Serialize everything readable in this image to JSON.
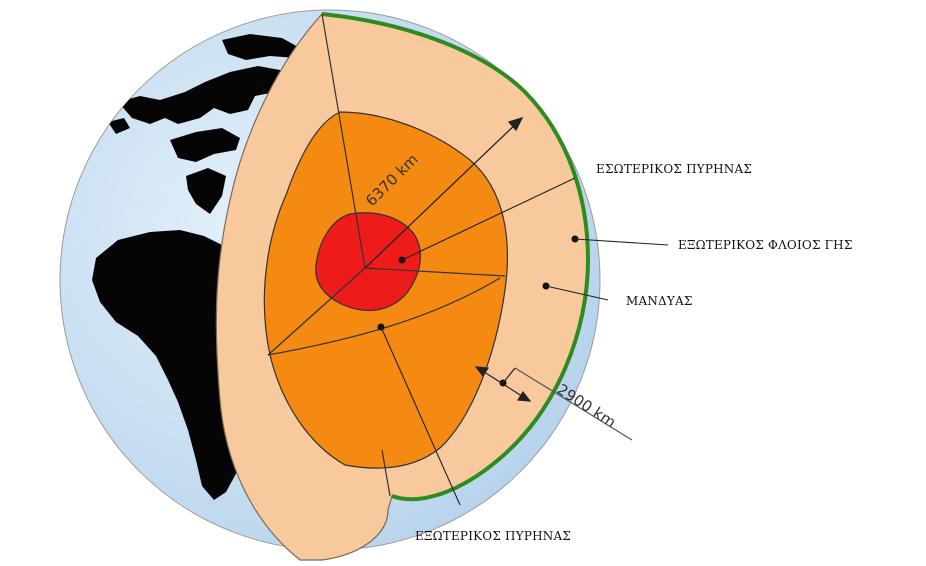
{
  "labels": {
    "inner_core": "ΕΣΩΤΕΡΙΚΟΣ ΠΥΡΗΝΑΣ",
    "crust": "ΕΞΩΤΕΡΙΚΟΣ ΦΛΟΙΟΣ ΓΗΣ",
    "mantle": "ΜΑΝΔΥΑΣ",
    "outer_core": "ΕΞΩΤΕΡΙΚΟΣ ΠΥΡΗΝΑΣ"
  },
  "dimensions": {
    "radius": "6370 km",
    "mantle_depth": "2900 km"
  },
  "colors": {
    "ocean": "#cfe3f3",
    "land": "#050505",
    "crust": "#2e8b1f",
    "mantle": "#f7c99d",
    "outer_core": "#f48a12",
    "inner_core": "#ee1b1b"
  }
}
